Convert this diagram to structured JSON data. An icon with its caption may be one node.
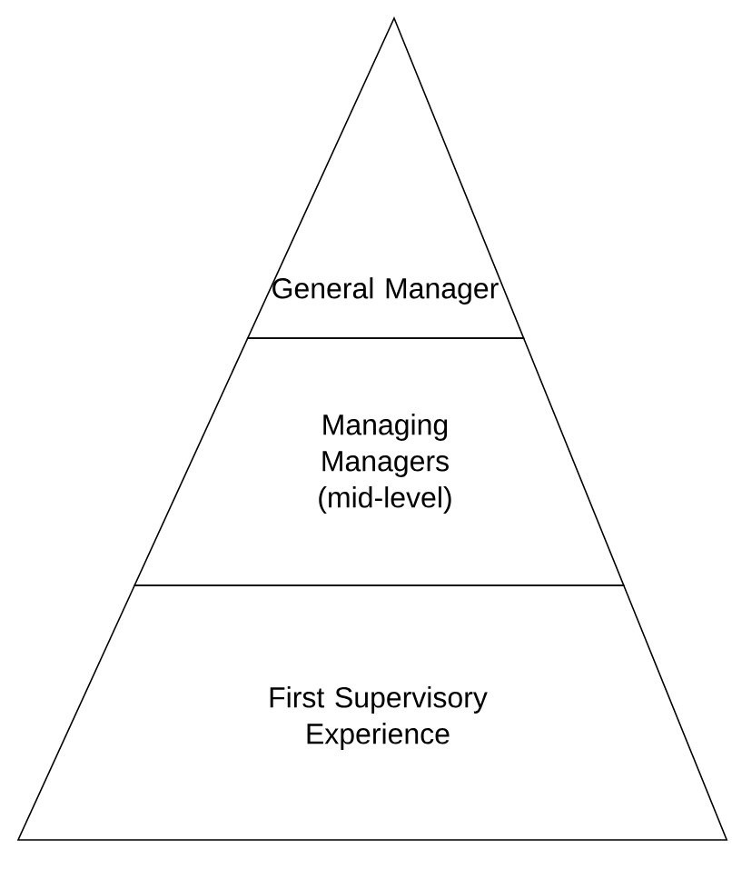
{
  "diagram": {
    "nodes": [
      {
        "text": [
          "General Manager"
        ]
      },
      {
        "text": [
          "Managing Managers (mid-level)"
        ]
      },
      {
        "text": [
          "First Supervisory Experience"
        ]
      }
    ]
  }
}
